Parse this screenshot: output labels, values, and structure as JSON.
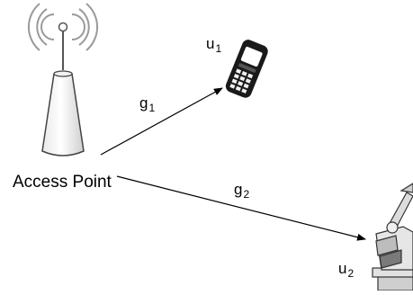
{
  "nodes": {
    "access_point": {
      "label": "Access Point",
      "icon": "antenna-tower-icon"
    },
    "user1": {
      "label_main": "u",
      "label_sub": "1",
      "icon": "mobile-phone-icon"
    },
    "user2": {
      "label_main": "u",
      "label_sub": "2",
      "icon": "robot-arm-icon"
    }
  },
  "links": [
    {
      "from": "access_point",
      "to": "user1",
      "label_main": "g",
      "label_sub": "1"
    },
    {
      "from": "access_point",
      "to": "user2",
      "label_main": "g",
      "label_sub": "2"
    }
  ]
}
